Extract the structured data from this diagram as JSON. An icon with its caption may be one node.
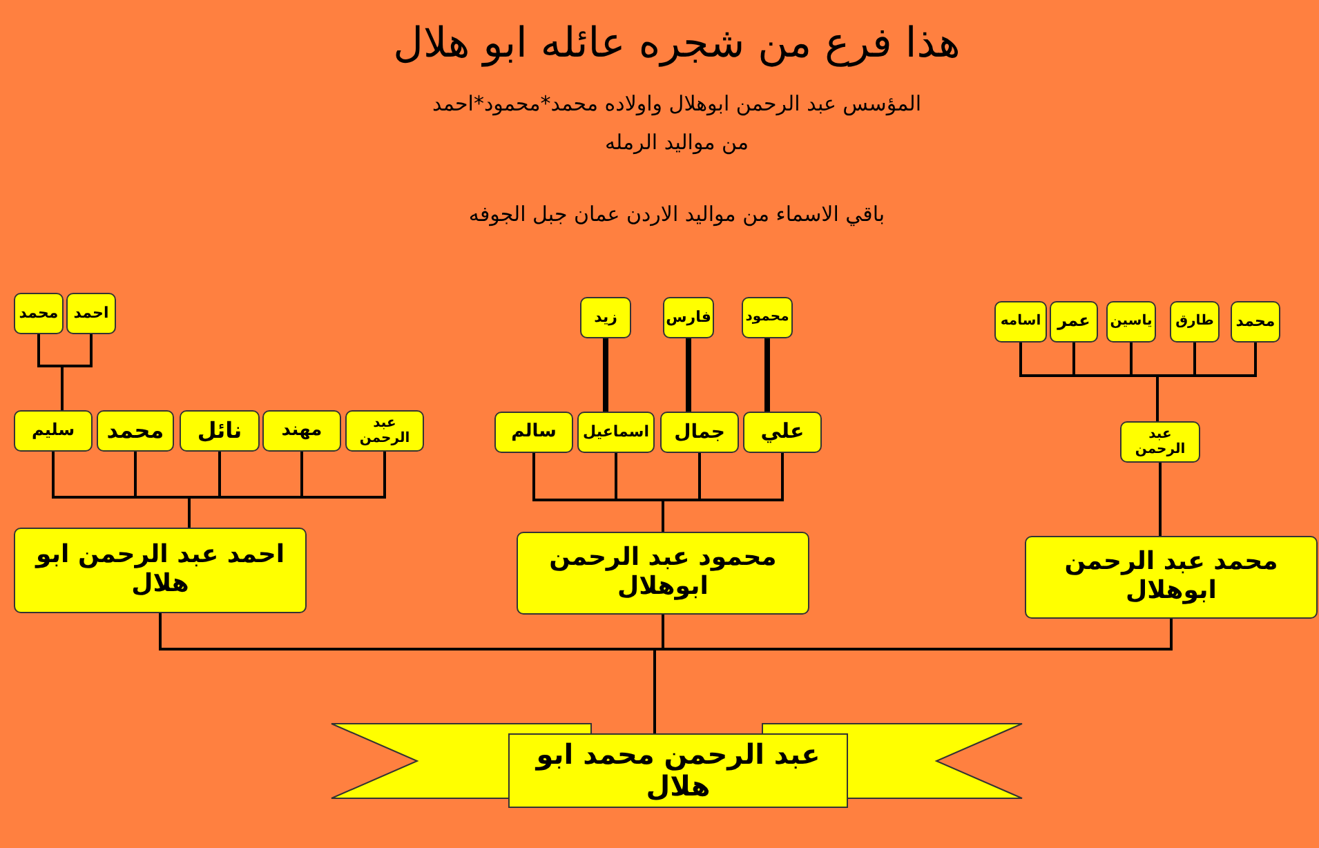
{
  "diagram": {
    "title": "هذا فرع من شجره عائله ابو هلال",
    "nodes": [
      {
        "text": [
          "محمد"
        ]
      },
      {
        "text": [
          "احمد"
        ]
      },
      {
        "text": [
          "زيد"
        ]
      },
      {
        "text": [
          "فارس"
        ]
      },
      {
        "text": [
          "محمود"
        ]
      },
      {
        "text": [
          "اسامه"
        ]
      },
      {
        "text": [
          "عمر"
        ]
      },
      {
        "text": [
          "ياسين"
        ]
      },
      {
        "text": [
          "طارق"
        ]
      },
      {
        "text": [
          "محمد"
        ]
      },
      {
        "text": [
          "سليم"
        ]
      },
      {
        "text": [
          "محمد"
        ]
      },
      {
        "text": [
          "نائل"
        ]
      },
      {
        "text": [
          "مهند"
        ]
      },
      {
        "text": [
          "عبد الرحمن"
        ]
      },
      {
        "text": [
          "سالم"
        ]
      },
      {
        "text": [
          "اسماعيل"
        ]
      },
      {
        "text": [
          "جمال"
        ]
      },
      {
        "text": [
          "علي"
        ]
      },
      {
        "text": [
          "عبد الرحمن"
        ]
      },
      {
        "text": [
          "احمد عبد الرحمن ابو هلال"
        ]
      },
      {
        "text": [
          "محمود عبد الرحمن ابوهلال"
        ]
      },
      {
        "text": [
          "محمد عبد الرحمن ابوهلال"
        ]
      },
      {
        "text": [
          "عبد الرحمن محمد ابو هلال"
        ]
      }
    ],
    "edges": [
      {
        "from": 23,
        "to": 20,
        "arrow": "none"
      },
      {
        "from": 23,
        "to": 21,
        "arrow": "none"
      },
      {
        "from": 23,
        "to": 22,
        "arrow": "none"
      },
      {
        "from": 20,
        "to": 10,
        "arrow": "none"
      },
      {
        "from": 20,
        "to": 11,
        "arrow": "none"
      },
      {
        "from": 20,
        "to": 12,
        "arrow": "none"
      },
      {
        "from": 20,
        "to": 13,
        "arrow": "none"
      },
      {
        "from": 20,
        "to": 14,
        "arrow": "none"
      },
      {
        "from": 21,
        "to": 15,
        "arrow": "none"
      },
      {
        "from": 21,
        "to": 16,
        "arrow": "none"
      },
      {
        "from": 21,
        "to": 17,
        "arrow": "none"
      },
      {
        "from": 21,
        "to": 18,
        "arrow": "none"
      },
      {
        "from": 22,
        "to": 19,
        "arrow": "none"
      },
      {
        "from": 10,
        "to": 0,
        "arrow": "none"
      },
      {
        "from": 10,
        "to": 1,
        "arrow": "none"
      },
      {
        "from": 16,
        "to": 2,
        "arrow": "none",
        "style": "thick"
      },
      {
        "from": 17,
        "to": 3,
        "arrow": "none",
        "style": "thick"
      },
      {
        "from": 18,
        "to": 4,
        "arrow": "none",
        "style": "thick"
      },
      {
        "from": 19,
        "to": 5,
        "arrow": "none"
      },
      {
        "from": 19,
        "to": 6,
        "arrow": "none"
      },
      {
        "from": 19,
        "to": 7,
        "arrow": "none"
      },
      {
        "from": 19,
        "to": 8,
        "arrow": "none"
      },
      {
        "from": 19,
        "to": 9,
        "arrow": "none"
      }
    ],
    "labels": [
      "المؤسس عبد الرحمن ابوهلال واولاده محمد*محمود*احمد",
      "من مواليد الرمله",
      "باقي الاسماء من مواليد الاردن عمان جبل الجوفه"
    ]
  }
}
